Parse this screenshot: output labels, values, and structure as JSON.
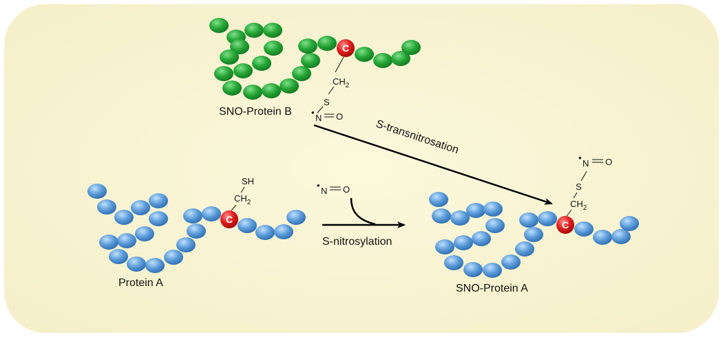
{
  "colors": {
    "background": "#fbf8dc",
    "protein_b": "#25a536",
    "protein_a": "#5b9bd8",
    "cysteine": "#e01b1b",
    "arrow": "#000000"
  },
  "labels": {
    "sno_protein_b": "SNO-Protein B",
    "protein_a": "Protein A",
    "sno_protein_a": "SNO-Protein A",
    "transnitrosation": "S-transnitrosation",
    "nitrosylation": "S-nitrosylation"
  },
  "chemistry": {
    "cysteine": "C",
    "ch2": "CH",
    "ch2_sub": "2",
    "s": "S",
    "sh": "SH",
    "n": "N",
    "o": "O",
    "radical": "•"
  }
}
